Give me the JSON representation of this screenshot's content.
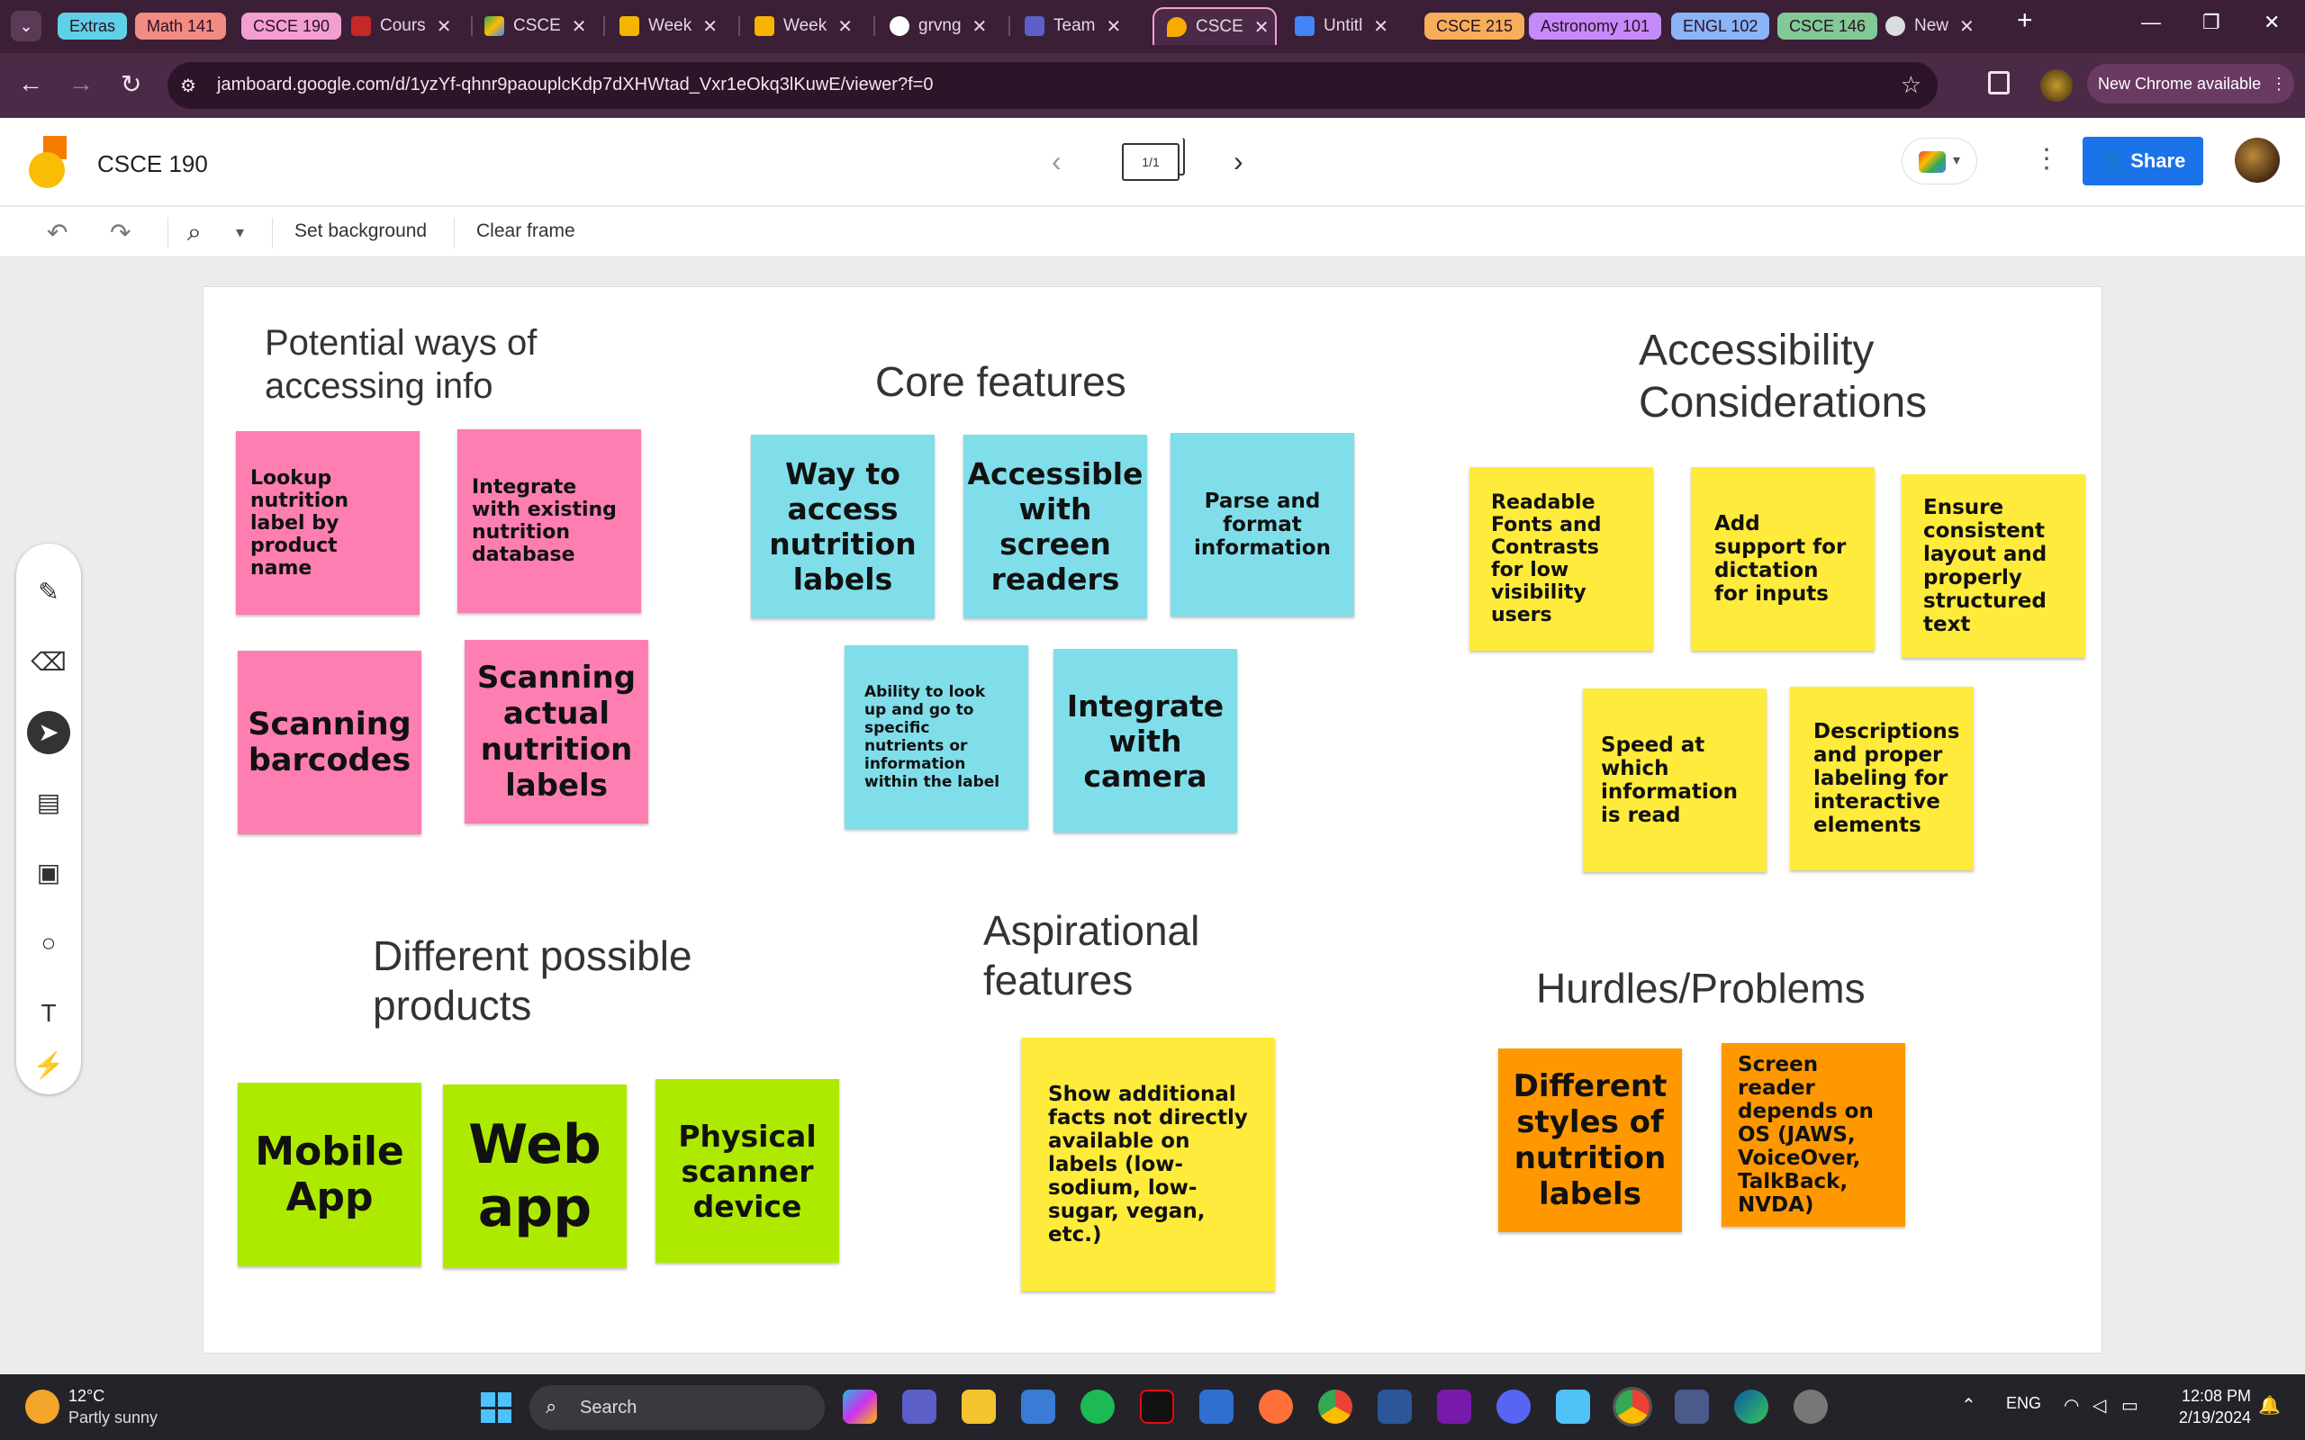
{
  "browser": {
    "tab_groups": [
      {
        "label": "Extras",
        "color": "#5fd0e8"
      },
      {
        "label": "Math 141",
        "color": "#f28b82"
      },
      {
        "label": "CSCE 190",
        "color": "#f29fd0"
      },
      {
        "label": "CSCE 215",
        "color": "#f6ae5b"
      },
      {
        "label": "Astronomy 101",
        "color": "#c58af9"
      },
      {
        "label": "ENGL 102",
        "color": "#8ab4f8"
      },
      {
        "label": "CSCE 146",
        "color": "#81c995"
      }
    ],
    "tabs": [
      {
        "title": "Cours"
      },
      {
        "title": "CSCE"
      },
      {
        "title": "Week"
      },
      {
        "title": "Week"
      },
      {
        "title": "grvng"
      },
      {
        "title": "Team"
      },
      {
        "title": "CSCE"
      },
      {
        "title": "Untitl"
      },
      {
        "title": "New"
      }
    ],
    "url": "jamboard.google.com/d/1yzYf-qhnr9paouplcKdp7dXHWtad_Vxr1eOkq3lKuwE/viewer?f=0",
    "new_chrome_label": "New Chrome available"
  },
  "jamboard": {
    "title": "CSCE 190",
    "frame_indicator": "1/1",
    "share_label": "Share",
    "toolbar": {
      "set_background": "Set background",
      "clear_frame": "Clear frame"
    }
  },
  "canvas": {
    "headings": {
      "ways": "Potential ways of\naccessing info",
      "core": "Core features",
      "access": "Accessibility\nConsiderations",
      "products": "Different possible\nproducts",
      "aspirational": "Aspirational\nfeatures",
      "hurdles": "Hurdles/Problems"
    },
    "notes": {
      "lookup": "Lookup nutrition label by product name",
      "integrate_db": "Integrate with existing nutrition database",
      "scan_barcodes": "Scanning barcodes",
      "scan_labels": "Scanning actual nutrition labels",
      "way_access": "Way to access nutrition labels",
      "screen_readers": "Accessible with screen readers",
      "parse": "Parse and format information",
      "look_up_specific": "Ability to look up and go to specific nutrients or information within the label",
      "camera": "Integrate with camera",
      "fonts": "Readable Fonts and Contrasts for low visibility users",
      "dictation": "Add support for dictation for inputs",
      "layout": "Ensure consistent layout and properly structured text",
      "speed": "Speed at which information is read",
      "descriptions": "Descriptions and proper labeling for interactive elements",
      "mobile": "Mobile App",
      "web": "Web app",
      "scanner": "Physical scanner device",
      "additional_facts": "Show additional facts not directly available on labels (low-sodium, low-sugar, vegan, etc.)",
      "styles": "Different styles of nutrition labels",
      "os": "Screen reader depends on OS (JAWS, VoiceOver, TalkBack, NVDA)"
    }
  },
  "taskbar": {
    "weather_temp": "12°C",
    "weather_desc": "Partly sunny",
    "search_label": "Search",
    "language": "ENG",
    "time": "12:08 PM",
    "date": "2/19/2024"
  }
}
